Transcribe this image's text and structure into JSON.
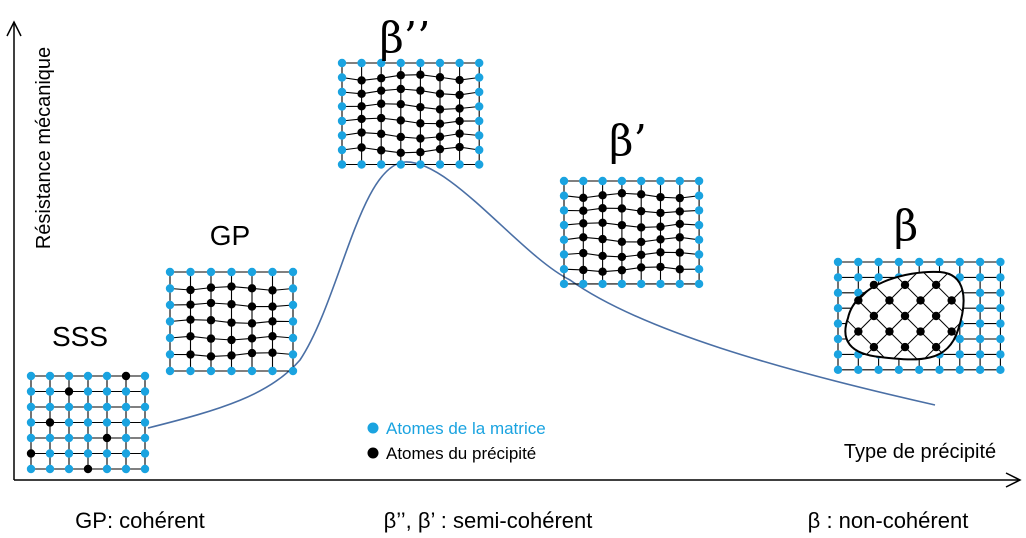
{
  "axes": {
    "y_label": "Résistance mécanique",
    "x_label": "Type de précipité"
  },
  "stages": [
    {
      "id": "sss",
      "label": "SSS"
    },
    {
      "id": "gp",
      "label": "GP"
    },
    {
      "id": "beta-double-prime",
      "label": "β’’"
    },
    {
      "id": "beta-prime",
      "label": "β’"
    },
    {
      "id": "beta",
      "label": "β"
    }
  ],
  "legend": {
    "matrix": "Atomes de la matrice",
    "precipitate": "Atomes du précipité"
  },
  "captions": {
    "coherent": "GP: cohérent",
    "semi_coherent": "β’’, β’ : semi-cohérent",
    "non_coherent": "β : non-cohérent"
  },
  "colors": {
    "matrix_atom": "#1aa3e0",
    "precipitate_atom": "#000000",
    "curve": "#4a6fa5",
    "axis": "#000000",
    "legend_matrix_text": "#1aa3e0"
  }
}
